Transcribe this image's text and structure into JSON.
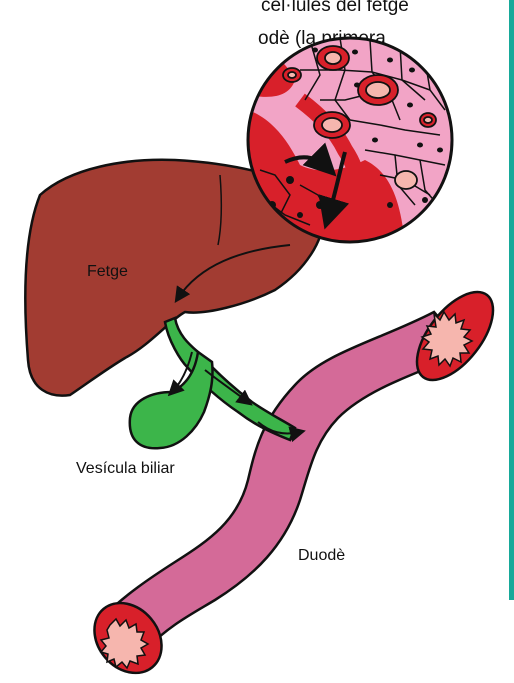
{
  "intro_text": {
    "line1": "cel·lules del fetge",
    "line2": "odè (la primera"
  },
  "labels": {
    "liver": "Fetge",
    "gallbladder": "Vesícula biliar",
    "duodenum": "Duodè"
  },
  "colors": {
    "liver": "#a23c32",
    "bile_duct": "#3cb54a",
    "duodenum": "#d46a98",
    "lumen_wall": "#d8202a",
    "lumen": "#f6b6ae",
    "tissue_red": "#d8202a",
    "tissue_pink": "#f2a4c6",
    "side_bar": "#17a99a"
  }
}
